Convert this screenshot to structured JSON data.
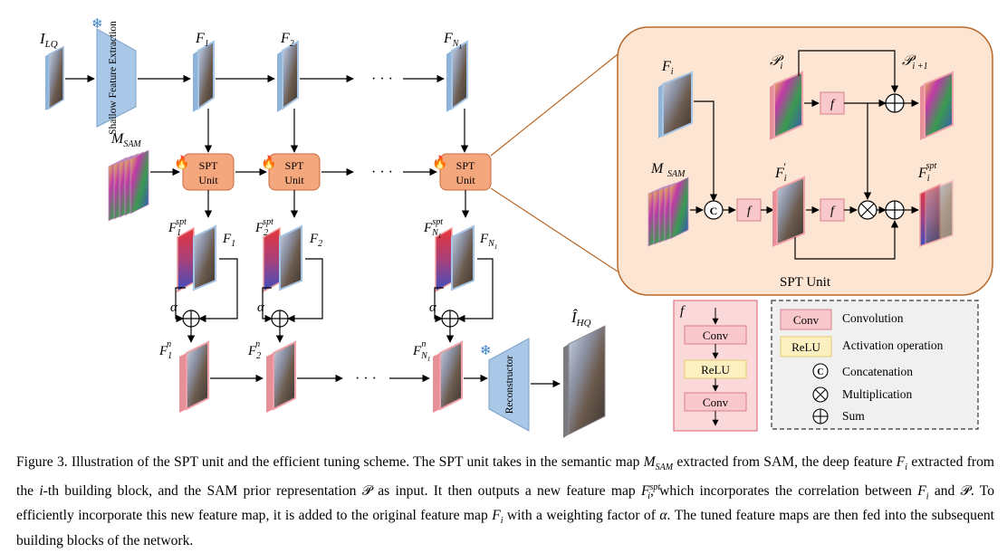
{
  "main": {
    "inputs": {
      "lq_sub": "LQ",
      "sam_sub": "SAM",
      "hq_sub": "HQ"
    },
    "features": {
      "f1": "1",
      "f2": "2",
      "fn": "N",
      "fn_sub": "1",
      "spt_sup": "spt",
      "n_sup": "n",
      "alpha": "α",
      "dots": "· · ·"
    },
    "blocks": {
      "shallow": "Shallow Feature Extraction",
      "spt_top": "SPT",
      "spt_bottom": "Unit",
      "reconstructor": "Reconstructor"
    }
  },
  "detail": {
    "title": "SPT Unit",
    "fi_sub": "i",
    "prime": "′",
    "p_next_sub": "i +1",
    "f_label": "f",
    "concat_symbol": "C"
  },
  "f_block": {
    "label": "f",
    "conv": "Conv",
    "relu": "ReLU"
  },
  "legend": {
    "conv_tag": "Conv",
    "conv_desc": "Convolution",
    "relu_tag": "ReLU",
    "relu_desc": "Activation operation",
    "concat_desc": "Concatenation",
    "mult_desc": "Multiplication",
    "sum_desc": "Sum"
  },
  "caption": {
    "p1": "Figure 3. Illustration of the SPT unit and the efficient tuning scheme. The SPT unit takes in the semantic map ",
    "m_sam": "M",
    "m_sam_sub": "SAM",
    "p2": " extracted from SAM, the deep feature ",
    "fi": "F",
    "fi_sub": "i",
    "p3": " extracted from the ",
    "i_var": "i",
    "p4": "-th building block, and the SAM prior representation ",
    "p_sym": "𝒫",
    "p5": " as input. It then outputs a new feature map ",
    "fspt": "F",
    "fspt_sup": "spt",
    "fspt_sub": "i",
    "p6": ", which incorporates the correlation between ",
    "fi2": "F",
    "fi2_sub": "i",
    "p7": " and ",
    "p_sym2": "𝒫",
    "p8": ". To efficiently incorporate this new feature map, it is added to the original feature map ",
    "fi3": "F",
    "fi3_sub": "i",
    "p9": " with a weighting factor of ",
    "alpha": "α",
    "p10": ". The tuned feature maps are then fed into the subsequent building blocks of the network."
  }
}
